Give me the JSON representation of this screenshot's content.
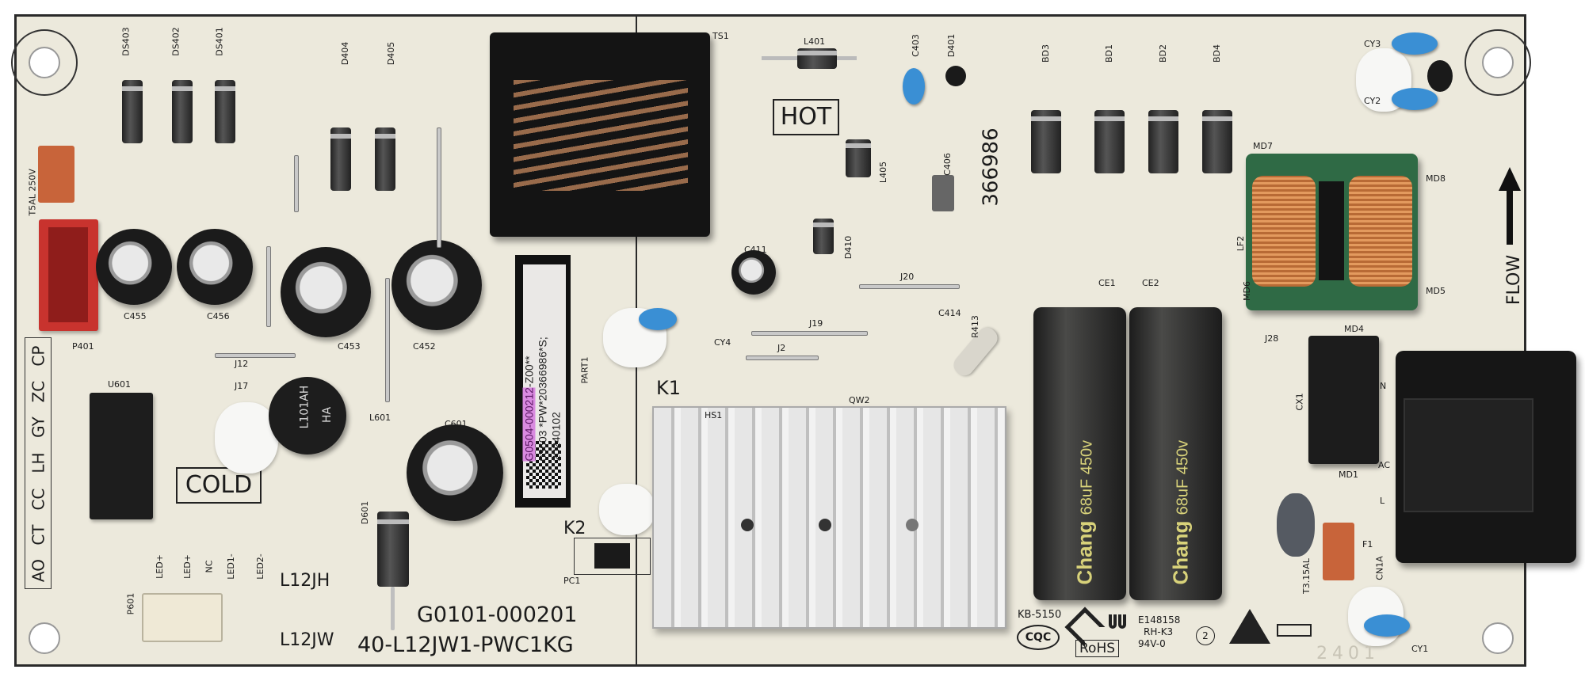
{
  "board": {
    "part_number": "G0101-000201",
    "model": "40-L12JW1-PWC1KG",
    "board_code": "366986",
    "hot_label": "HOT",
    "cold_label": "COLD",
    "flow_label": "FLOW",
    "relay_labels": [
      "K1",
      "K2"
    ],
    "jumper_options": [
      "L12JH",
      "L12JW"
    ],
    "pin_strip": [
      "AO",
      "CT",
      "CC",
      "LH",
      "GY",
      "ZC",
      "CP"
    ],
    "date_code": "2401",
    "fuse_rating_top": "T5AL 250V",
    "fuse_rating_bottom": "T3.15AL"
  },
  "sticker": {
    "line1_highlight": "G0504-000212",
    "line1_rest": "-Z00**",
    "line2": "03603 *PW*20366986*S;",
    "line3": "20240102",
    "part_label": "PART1"
  },
  "capacitors": {
    "brand": "Chang",
    "rating": "68uF 450v",
    "labels": [
      "CE1",
      "CE2"
    ]
  },
  "certification": {
    "cert_code": "KB-5150",
    "cqc": "CQC",
    "rohs": "RoHS",
    "ul_file": "E148158",
    "ul_line2": "RH-K3",
    "ul_line3": "94V-0",
    "circle_mark": "2"
  },
  "refdes": {
    "c455": "C455",
    "c456": "C456",
    "c453": "C453",
    "c452": "C452",
    "c601": "C601",
    "p401": "P401",
    "p601": "P601",
    "u601": "U601",
    "l601": "L601",
    "d601": "D601",
    "ts1": "TS1",
    "l401": "L401",
    "l405": "L405",
    "c406": "C406",
    "c403": "C403",
    "d401": "D401",
    "bd1": "BD1",
    "bd2": "BD2",
    "bd3": "BD3",
    "bd4": "BD4",
    "cy1": "CY1",
    "cy2": "CY2",
    "cy3": "CY3",
    "cy4": "CY4",
    "md7": "MD7",
    "md8": "MD8",
    "md5": "MD5",
    "md6": "MD6",
    "md4": "MD4",
    "md1": "MD1",
    "lf2": "LF2",
    "cx1": "CX1",
    "hs1": "HS1",
    "pc1": "PC1",
    "qw2": "QW2",
    "r413": "R413",
    "c414": "C414",
    "j19": "J19",
    "j2": "J2",
    "j20": "J20",
    "j12": "J12",
    "j17": "J17",
    "j28": "J28",
    "f1": "F1",
    "cn1a": "CN1A",
    "ds401": "DS401",
    "ds402": "DS402",
    "ds403": "DS403",
    "d404": "D404",
    "d405": "D405",
    "d410": "D410",
    "c411": "C411"
  },
  "led_pins": [
    "LED+",
    "LED+",
    "NC",
    "LED1-",
    "LED2-"
  ],
  "inductor_marking": [
    "L101AH",
    "HA"
  ],
  "ac_labels": [
    "AC",
    "N",
    "L"
  ]
}
